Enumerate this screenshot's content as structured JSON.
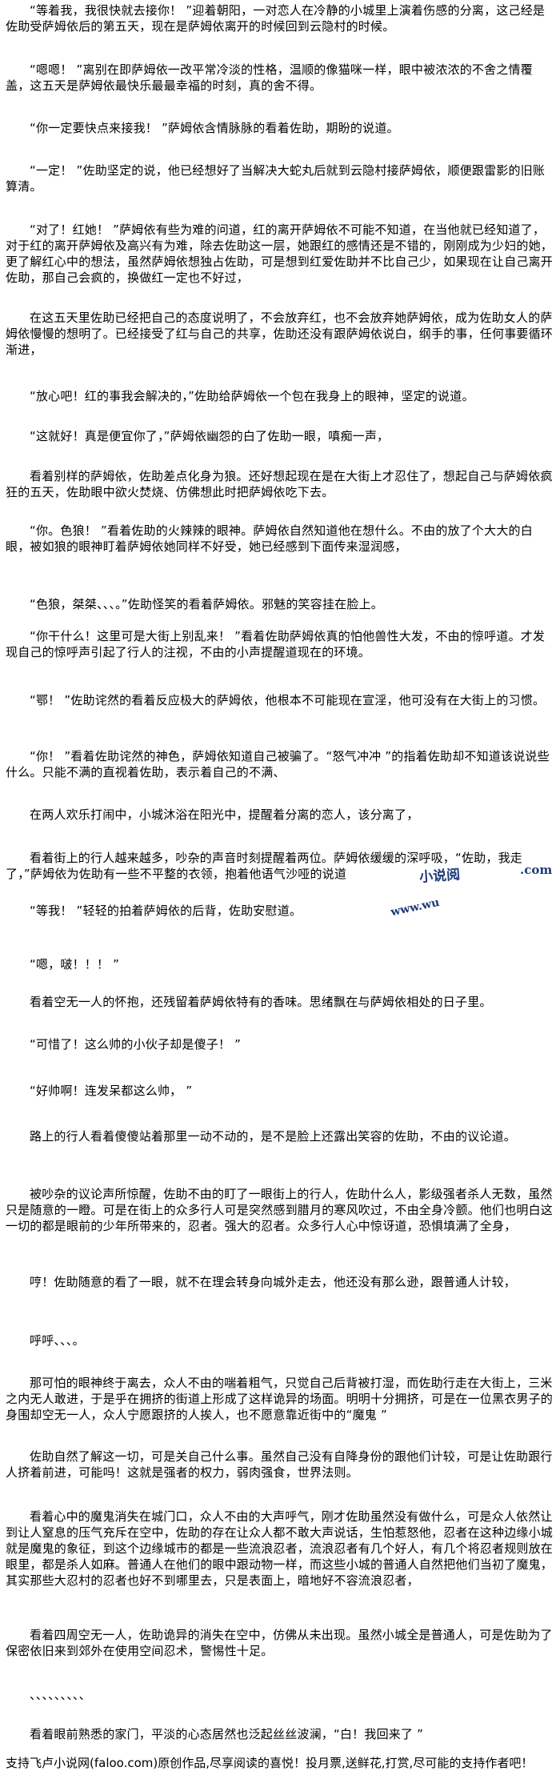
{
  "paragraphs": [
    "“等着我，我很快就去接你！ ”迎着朝阳，一对恋人在冷静的小城里上演着伤感的分离，这己经是佐助受萨姆依后的第五天，现在是萨姆依离开的时候回到云隐村的时候。",
    "“嗯嗯！ ”离别在即萨姆依一改平常冷淡的性格，温顺的像猫咪一样，眼中被浓浓的不舍之情覆盖，这五天是萨姆依最快乐最最幸福的时刻，真的舍不得。",
    "“你一定要快点来接我！ ”萨姆依含情脉脉的看着佐助，期盼的说道。",
    "“一定！ ”佐助坚定的说，他已经想好了当解决大蛇丸后就到云隐村接萨姆依，顺便跟雷影的旧账算清。",
    "“对了！红她！ ”萨姆依有些为难的问道，红的离开萨姆依不可能不知道，在当他就已经知道了，对于红的离开萨姆依及高兴有为难，除去佐助这一层，她跟红的感情还是不错的，刚刚成为少妇的她，更了解红心中的想法，虽然萨姆依想独占佐助，可是想到红爱佐助并不比自己少，如果现在让自己离开佐助，那自己会疯的，换做红一定也不好过，",
    "在这五天里佐助已经把自己的态度说明了，不会放弃红，也不会放弃她萨姆依，成为佐助女人的萨姆依慢慢的想明了。已经接受了红与自己的共享，佐助还没有跟萨姆依说白，纲手的事，任何事要循环渐进，",
    "“放心吧！红的事我会解决的，”佐助给萨姆依一个包在我身上的眼神，坚定的说道。",
    "“这就好！真是便宜你了，”萨姆依幽怨的白了佐助一眼，嗔痴一声，",
    "看着别样的萨姆依，佐助差点化身为狼。还好想起现在是在大街上才忍住了，想起自己与萨姆依疯狂的五天，佐助眼中欲火焚烧、仿佛想此时把萨姆依吃下去。",
    "“你。色狼！ ”看着佐助的火辣辣的眼神。萨姆依自然知道他在想什么。不由的放了个大大的白眼，被如狼的眼神盯着萨姆依她同样不好受，她已经感到下面传来湿润感，",
    "“色狼，桀桀、、、。”佐助怪笑的看着萨姆依。邪魅的笑容挂在脸上。",
    "“你干什么！这里可是大街上别乱来！ ”看着佐助萨姆依真的怕他兽性大发，不由的惊呼道。才发现自己的惊呼声引起了行人的注视，不由的小声提醒道现在的环境。",
    "“鄂！ ”佐助诧然的看着反应极大的萨姆依，他根本不可能现在宣淫，他可没有在大街上的习惯。",
    "“你！ ”看着佐助诧然的神色，萨姆依知道自己被骗了。“怒气冲冲 ”的指着佐助却不知道该说说些什么。只能不满的直视着佐助，表示着自己的不满、",
    "在两人欢乐打闹中，小城沐浴在阳光中，提醒着分离的恋人，该分离了，",
    "看着街上的行人越来越多，吵杂的声音时刻提醒着两位。萨姆依缓缓的深呼吸，“佐助，我走了，”萨姆依为佐助有一些不平整的衣领，抱着他语气沙哑的说道",
    "“等我！ ”轻轻的拍着萨姆依的后背，佐助安慰道。",
    "“嗯，啵！！！ ”",
    "看着空无一人的怀抱，还残留着萨姆依特有的香味。思绪飘在与萨姆依相处的日子里。",
    "“可惜了！这么帅的小伙子却是傻子！ ”",
    "“好帅啊！连发呆都这么帅， ”",
    "路上的行人看着傻傻站着那里一动不动的，是不是脸上还露出笑容的佐助，不由的议论道。",
    "被吵杂的议论声所惊醒，佐助不由的盯了一眼街上的行人，佐助什么人，影级强者杀人无数，虽然只是随意的一瞪。可是在街上的众多行人可是突然感到腊月的寒风吹过，不由全身冷颤。他们也明白这一切的都是眼前的少年所带来的，忍者。强大的忍者。众多行人心中惊讶道，恐惧填满了全身，",
    "哼！佐助随意的看了一眼，就不在理会转身向城外走去，他还没有那么逊，跟普通人计较，",
    "呼呼、、、。",
    "那可怕的眼神终于离去，众人不由的喘着粗气，只觉自己后背被打湿，而佐助行走在大街上，三米之内无人敢进，于是乎在拥挤的街道上形成了这样诡异的场面。明明十分拥挤，可是在一位黑衣男子的身围却空无一人，众人宁愿跟挤的人挨人，也不愿意靠近街中的“魔鬼 ”",
    "佐助自然了解这一切，可是关自己什么事。虽然自己没有自降身份的跟他们计较，可是让佐助跟行人挤着前进，可能吗！这就是强者的权力，弱肉强食，世界法则。",
    "看着心中的魔鬼消失在城门口，众人不由的大声呼气，刚才佐助虽然没有做什么，可是众人依然让到让人窒息的压气充斥在空中，佐助的存在让众人都不敢大声说话，生怕惹怒他，忍者在这种边缘小城就是魔鬼的象征，到这个边缘城市的都是一些流浪忍者，流浪忍者有几个好人，有几个将忍者规则放在眼里，都是杀人如麻。普通人在他们的眼中跟动物一样，而这些小城的普通人自然把他们当初了魔鬼，其实那些大忍村的忍者也好不到哪里去，只是表面上，暗地好不容流浪忍者，",
    "看着四周空无一人，佐助诡异的消失在空中，仿佛从未出现。虽然小城全是普通人，可是佐助为了保密依旧来到郊外在使用空间忍术，警惕性十足。",
    "、、、、、、、、、",
    "看着眼前熟悉的家门，平淡的心态居然也泛起丝丝波澜，“白！我回来了 ”"
  ],
  "footer": "支持飞卢小说网(faloo.com)原创作品,尽享阅读的喜悦！投月票,送鲜花,打赏,尽可能的支持作者吧！",
  "watermark": {
    "upper": "小说阅",
    "upper_tail": ".com",
    "lower": "www.wu",
    "color": "#1f3a78"
  }
}
